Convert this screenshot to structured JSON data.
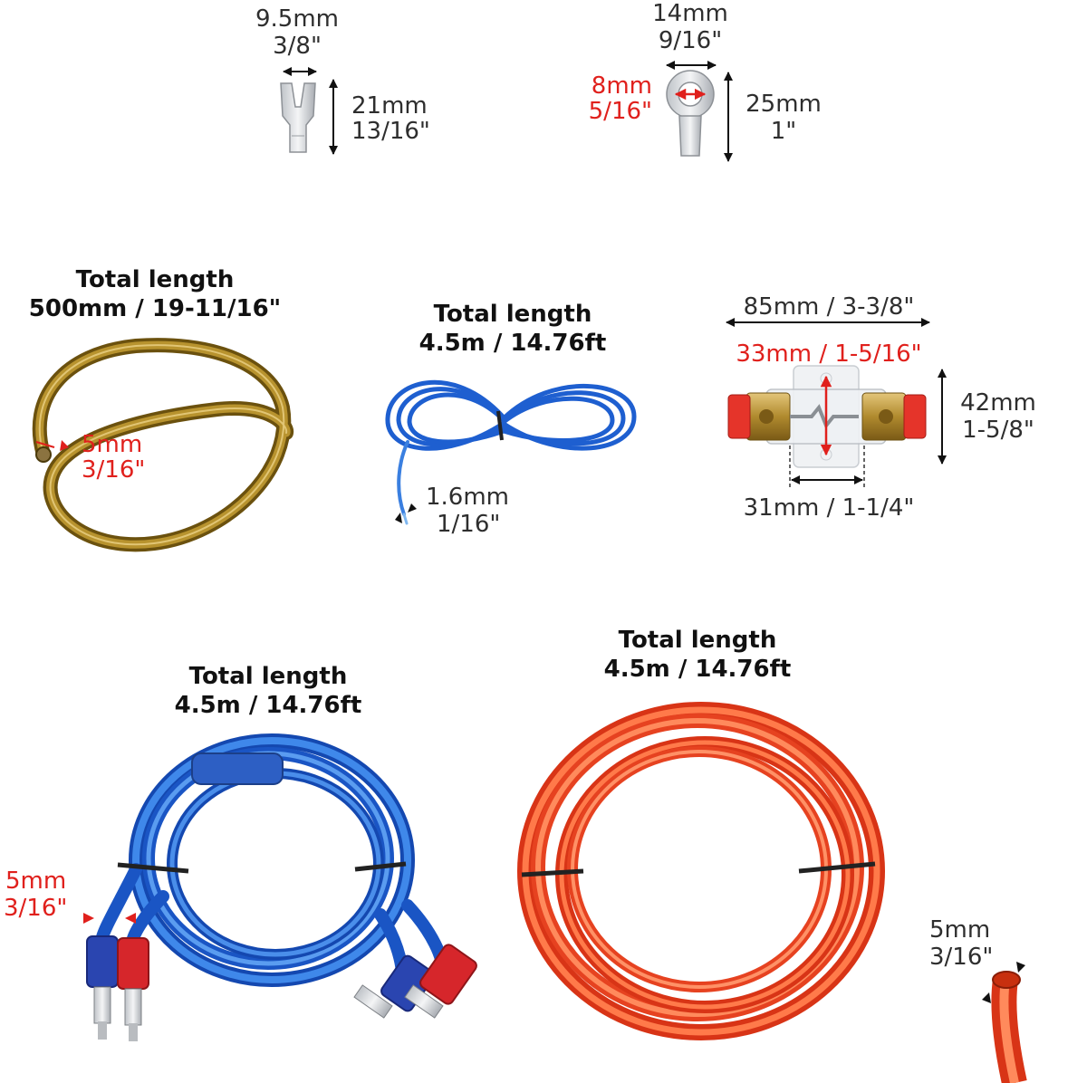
{
  "colors": {
    "accent_red": "#e0201c",
    "text_dark": "#2e2e2e",
    "blue_cable": "#1a63d6",
    "red_cable": "#f0481e",
    "gold_cable": "#8a6a12"
  },
  "spade_terminal": {
    "width_mm": "9.5mm",
    "width_in": "3/8\"",
    "height_mm": "21mm",
    "height_in": "13/16\""
  },
  "ring_terminal": {
    "width_mm": "14mm",
    "width_in": "9/16\"",
    "hole_mm": "8mm",
    "hole_in": "5/16\"",
    "height_mm": "25mm",
    "height_in": "1\""
  },
  "speaker_wire": {
    "title": "Total length",
    "length": "500mm / 19-11/16\"",
    "dia_mm": "5mm",
    "dia_in": "3/16\""
  },
  "remote_wire": {
    "title": "Total length",
    "length": "4.5m / 14.76ft",
    "dia_mm": "1.6mm",
    "dia_in": "1/16\""
  },
  "fuse_holder": {
    "length": "85mm / 3-3/8\"",
    "inner": "33mm / 1-5/16\"",
    "height_mm": "42mm",
    "height_in": "1-5/8\"",
    "base": "31mm / 1-1/4\""
  },
  "rca_cable": {
    "title": "Total length",
    "length": "4.5m / 14.76ft",
    "dia_mm": "5mm",
    "dia_in": "3/16\""
  },
  "power_cable": {
    "title": "Total length",
    "length": "4.5m / 14.76ft",
    "dia_mm": "5mm",
    "dia_in": "3/16\""
  }
}
